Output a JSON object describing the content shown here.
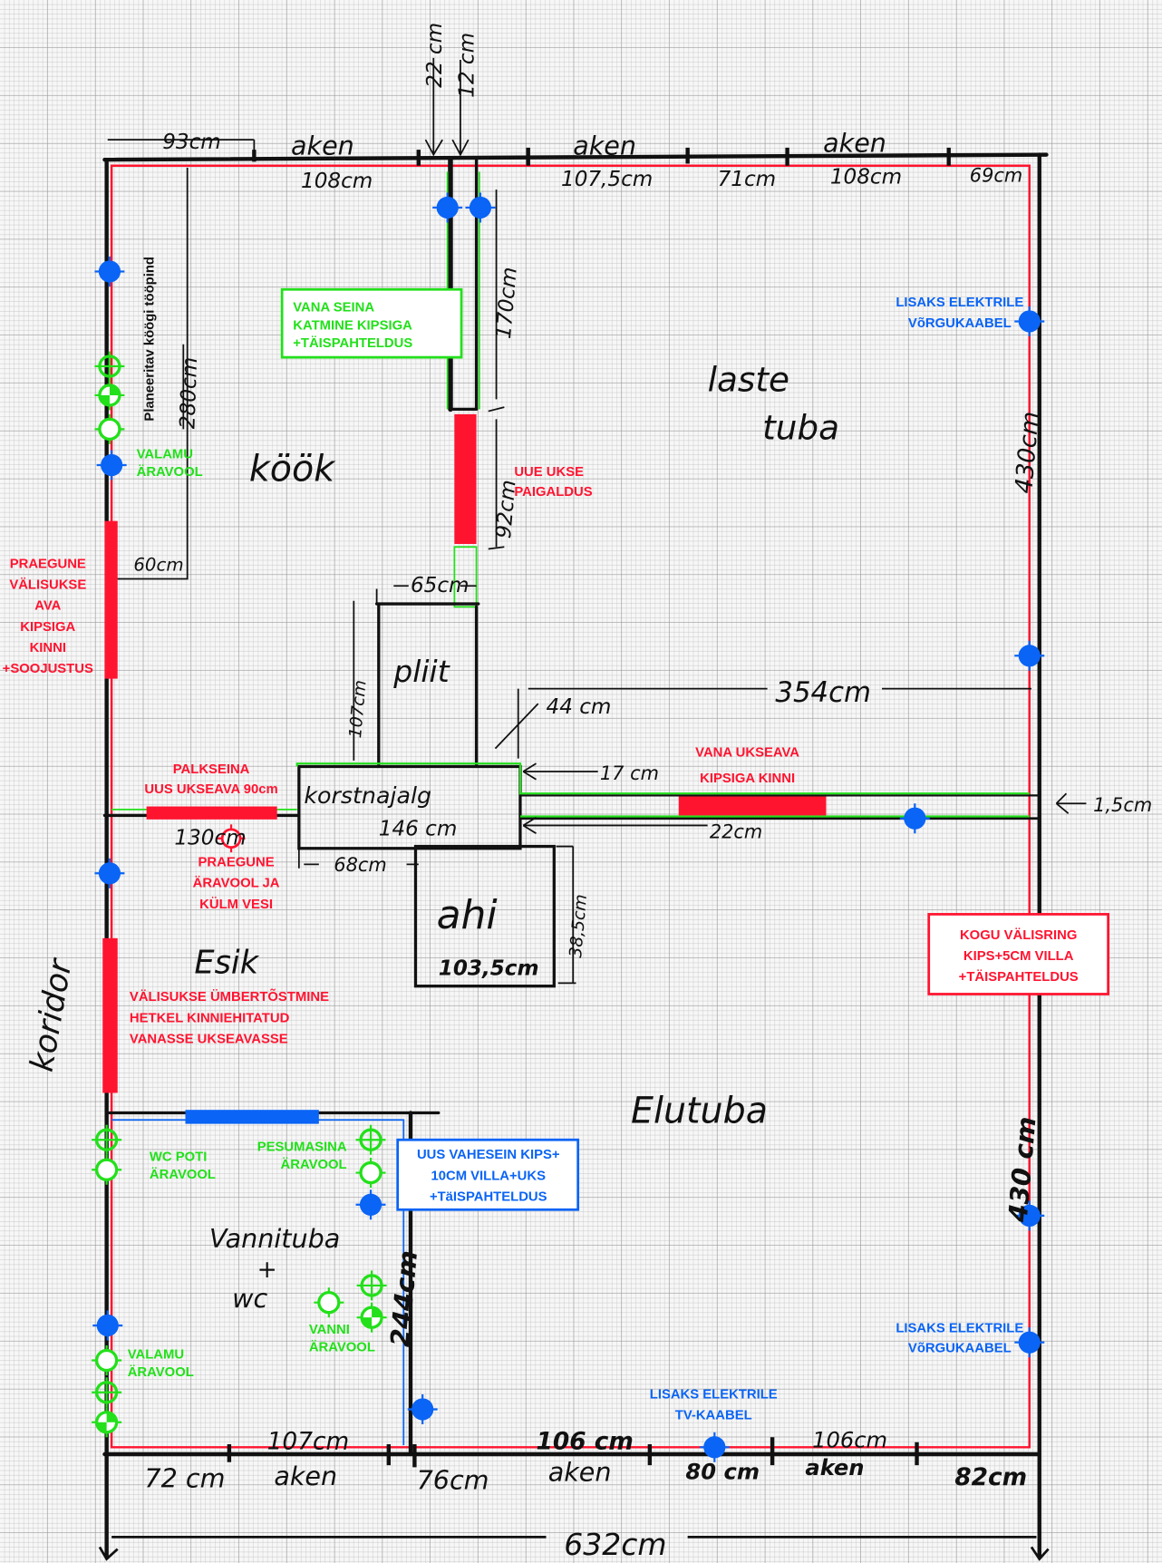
{
  "colors": {
    "red": "#ff1430",
    "green": "#22e01a",
    "blue": "#0a64f5",
    "ink": "#111111"
  },
  "rooms": {
    "kitchen": "köök",
    "kids_room_1": "laste",
    "kids_room_2": "tuba",
    "hall": "Esik",
    "corridor": "koridor",
    "living_room": "Elutuba",
    "bathroom_1": "Vannituba",
    "bathroom_2": "+",
    "bathroom_3": "wc",
    "stove": "pliit",
    "chimney": "korstnajalg",
    "chimney_width": "146 cm",
    "oven": "ahi",
    "oven_width": "103,5cm"
  },
  "dimensions": {
    "top_93": "93cm",
    "top_aken1": "aken",
    "top_108a": "108cm",
    "top_22": "22 cm",
    "top_12": "12 cm",
    "top_aken2": "aken",
    "top_1075": "107,5cm",
    "top_71": "71cm",
    "top_aken3": "aken",
    "top_108b": "108cm",
    "top_69": "69cm",
    "wall_170": "170cm",
    "door_92": "92cm",
    "worktop_280": "280cm",
    "worktop_60": "60cm",
    "stove_65": "65cm",
    "stove_107": "107cm",
    "chimney_68": "68cm",
    "oven_385": "38,5cm",
    "d_354": "354cm",
    "d_44": "44 cm",
    "d_17": "17 cm",
    "d_22": "22cm",
    "d_15": "1,5cm",
    "d_130": "130cm",
    "right_430a": "430cm",
    "right_430b": "430 cm",
    "bath_244": "244cm",
    "bot_72": "72 cm",
    "bot_107": "107cm",
    "bot_aken1": "aken",
    "bot_76": "76cm",
    "bot_106a": "106 cm",
    "bot_aken2": "aken",
    "bot_80": "80 cm",
    "bot_106b": "106cm",
    "bot_aken3": "aken",
    "bot_82": "82cm",
    "total_632": "632cm"
  },
  "notes": {
    "worktop": "Planeeritav köögi tööpind",
    "old_wall": [
      "VANA SEINA",
      "KATMINE KIPSIGA",
      "+TÄISPAHTELDUS"
    ],
    "new_door": [
      "UUE UKSE",
      "PAIGALDUS"
    ],
    "sink_kitchen": [
      "VALAMU",
      "ÄRAVOOL"
    ],
    "old_exterior_door": [
      "PRAEGUNE",
      "VÄLISUKSE",
      "AVA",
      "KIPSIGA",
      "KINNI",
      "+SOOJUSTUS"
    ],
    "log_wall": [
      "PALKSEINA",
      "UUS UKSEAVA 90cm"
    ],
    "current_drain": [
      "PRAEGUNE",
      "ÄRAVOOL JA",
      "KÜLM VESI"
    ],
    "old_doorway": [
      "VANA UKSEAVA",
      "KIPSIGA KINNI"
    ],
    "network_top": [
      "LISAKS ELEKTRILE",
      "VõRGUKAABEL"
    ],
    "outer_ring": [
      "KOGU VÄLISRING",
      "KIPS+5CM VILLA",
      "+TÄISPAHTELDUS"
    ],
    "exterior_door_move": [
      "VÄLISUKSE ÜMBERTÕSTMINE",
      "HETKEL KINNIEHITATUD",
      "VANASSE UKSEAVASSE"
    ],
    "wc": [
      "WC POTI",
      "ÄRAVOOL"
    ],
    "washer": [
      "PESUMASINA",
      "ÄRAVOOL"
    ],
    "new_partition": [
      "UUS VAHESEIN KIPS+",
      "10CM VILLA+UKS",
      "+TäISPAHTELDUS"
    ],
    "bath": [
      "VANNI",
      "ÄRAVOOL"
    ],
    "sink_bath": [
      "VALAMU",
      "ÄRAVOOL"
    ],
    "network_bottom": [
      "LISAKS ELEKTRILE",
      "VõRGUKAABEL"
    ],
    "tv": [
      "LISAKS ELEKTRILE",
      "TV-KAABEL"
    ]
  }
}
